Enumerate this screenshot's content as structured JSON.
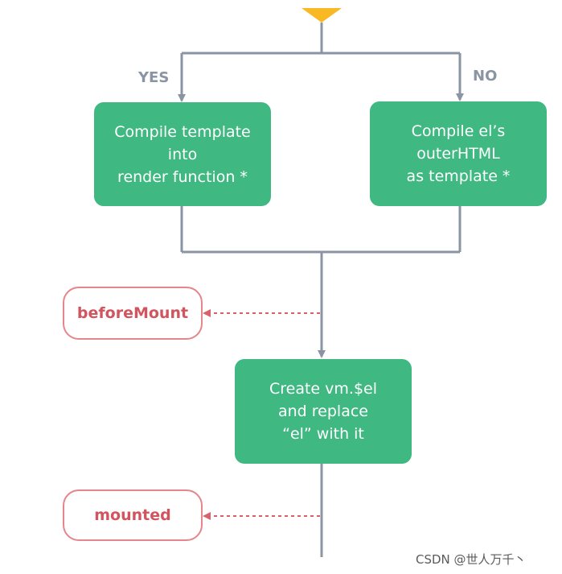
{
  "branches": {
    "yes": "YES",
    "no": "NO"
  },
  "nodes": {
    "compile_template": [
      "Compile template",
      "into",
      "render function *"
    ],
    "compile_el": [
      "Compile el’s",
      "outerHTML",
      "as template *"
    ],
    "create_el": [
      "Create vm.$el",
      "and replace",
      "“el” with it"
    ]
  },
  "hooks": {
    "before_mount": "beforeMount",
    "mounted": "mounted"
  },
  "colors": {
    "node_fill": "#3fb882",
    "hook_border": "#e5858c",
    "hook_text": "#d2545e",
    "connector": "#8a94a3",
    "hook_connector": "#d9616b",
    "start_marker": "#f9b924"
  },
  "watermark": "CSDN @世人万千丶"
}
